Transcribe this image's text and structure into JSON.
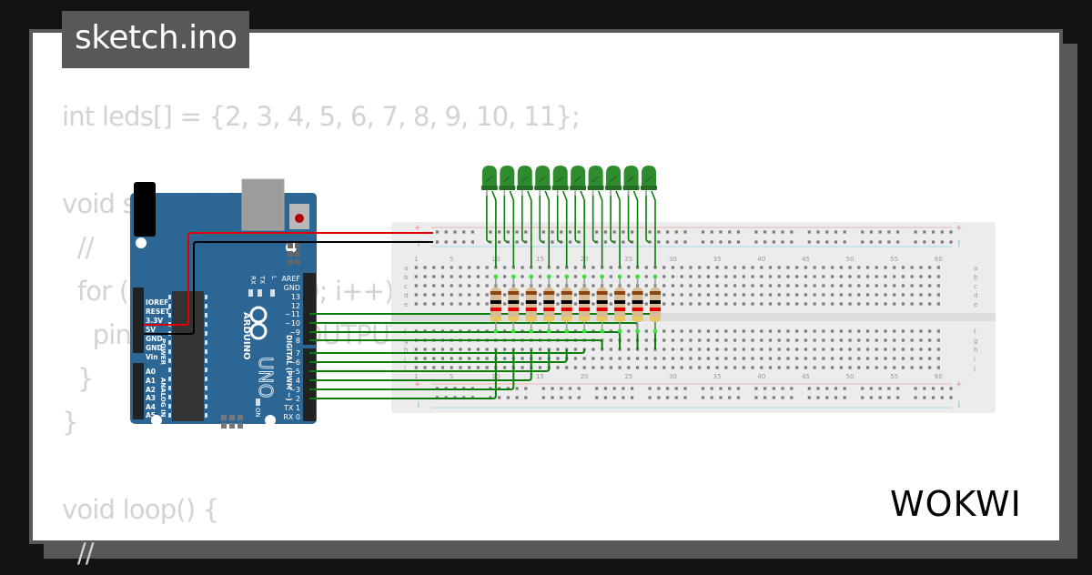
{
  "file_tab": {
    "name": "sketch.ino"
  },
  "code_lines": [
    "int leds[] = {2, 3, 4, 5, 6, 7, 8, 9, 10, 11};",
    "",
    "void setup() {",
    "  //",
    "  for (int i = 0; i < 10; i++)",
    "    pinMode(leds[i], OUTPUT);",
    "  }",
    "}",
    "",
    "void loop() {",
    "  //"
  ],
  "brand": {
    "name": "WOKWI"
  },
  "arduino": {
    "model": "UNO",
    "brand_label": "ARDUINO",
    "digital_label": "DIGITAL (PWM ~)",
    "power_label": "POWER",
    "analog_label": "ANALOG IN",
    "on_label": "ON",
    "led_labels": [
      "TX",
      "RX",
      "L"
    ],
    "digital_pins": [
      "AREF",
      "GND",
      "13",
      "12",
      "~11",
      "~10",
      "~9",
      "8",
      "7",
      "~6",
      "~5",
      "4",
      "~3",
      "2",
      "TX 1",
      "RX 0"
    ],
    "power_pins": [
      "IOREF",
      "RESET",
      "3.3V",
      "5V",
      "GND",
      "GND",
      "Vin"
    ],
    "analog_pins": [
      "A0",
      "A1",
      "A2",
      "A3",
      "A4",
      "A5"
    ]
  },
  "breadboard": {
    "columns": 60,
    "column_labels": [
      "1",
      "5",
      "10",
      "15",
      "20",
      "25",
      "30",
      "35",
      "40",
      "45",
      "50",
      "55",
      "60"
    ],
    "rows_top": [
      "a",
      "b",
      "c",
      "d",
      "e"
    ],
    "rows_bottom": [
      "f",
      "g",
      "h",
      "i",
      "j"
    ],
    "rail_plus": "+",
    "rail_minus": "-"
  },
  "leds": {
    "count": 10,
    "color": "#2e8b2e",
    "columns": [
      10,
      12,
      14,
      16,
      18,
      20,
      22,
      24,
      26,
      28
    ]
  },
  "resistors": {
    "count": 10,
    "bands": [
      "#8b4513",
      "#000000",
      "#e00000",
      "#e8c860"
    ]
  },
  "wires": [
    {
      "from": "5V",
      "to": "rail+",
      "color": "#e00000"
    },
    {
      "from": "GND",
      "to": "rail-",
      "color": "#000000"
    },
    {
      "from": "11",
      "to_col": 28,
      "color": "#0a7d0a"
    },
    {
      "from": "10",
      "to_col": 26,
      "color": "#0a7d0a"
    },
    {
      "from": "9",
      "to_col": 24,
      "color": "#0a7d0a"
    },
    {
      "from": "8",
      "to_col": 22,
      "color": "#0a7d0a"
    },
    {
      "from": "7",
      "to_col": 20,
      "color": "#0a7d0a"
    },
    {
      "from": "6",
      "to_col": 18,
      "color": "#0a7d0a"
    },
    {
      "from": "5",
      "to_col": 16,
      "color": "#0a7d0a"
    },
    {
      "from": "4",
      "to_col": 14,
      "color": "#0a7d0a"
    },
    {
      "from": "3",
      "to_col": 12,
      "color": "#0a7d0a"
    },
    {
      "from": "2",
      "to_col": 10,
      "color": "#0a7d0a"
    }
  ]
}
